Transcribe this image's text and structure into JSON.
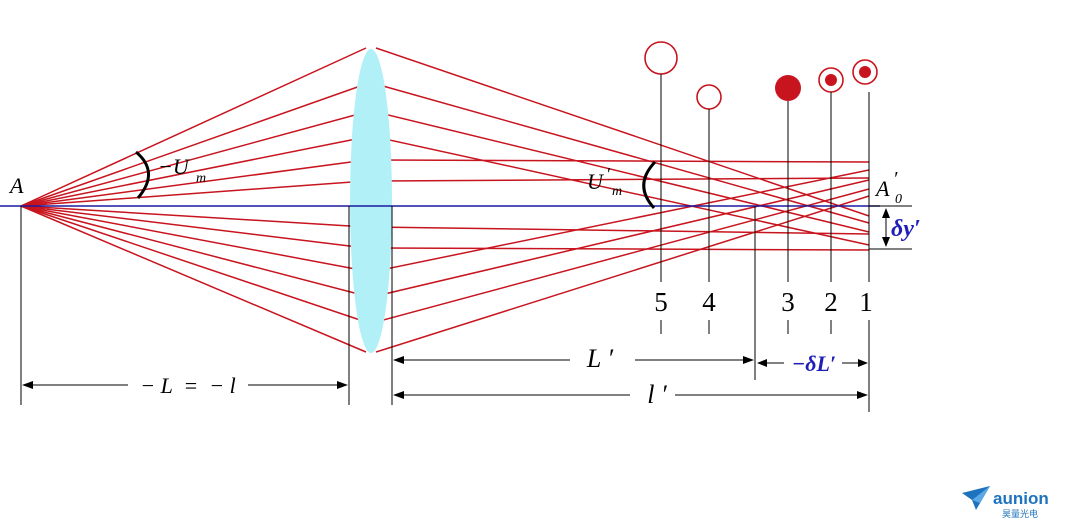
{
  "diagram": {
    "object_label": "A",
    "image_label_main": "A",
    "image_label_prime": "′",
    "image_label_sub": "0",
    "angle_object_label": "−U",
    "angle_object_sub": "m",
    "angle_image_label": "U",
    "angle_image_prime": "′",
    "angle_image_sub": "m",
    "delta_y_label": "δy′",
    "dim_L_label": "− L  =  − l",
    "dim_Lprime_label": "L ′",
    "dim_deltaL_label": "−δL′",
    "dim_lprime_label": "l ′",
    "plane_labels": [
      "5",
      "4",
      "3",
      "2",
      "1"
    ],
    "colors": {
      "ray": "#c8141e",
      "axis": "#1a1aa0",
      "lens": "#b2f0f8",
      "spot": "#c8141e",
      "dimension": "#1f1fb8"
    }
  },
  "logo": {
    "name": "aunion",
    "subtitle": "昊量光电"
  }
}
